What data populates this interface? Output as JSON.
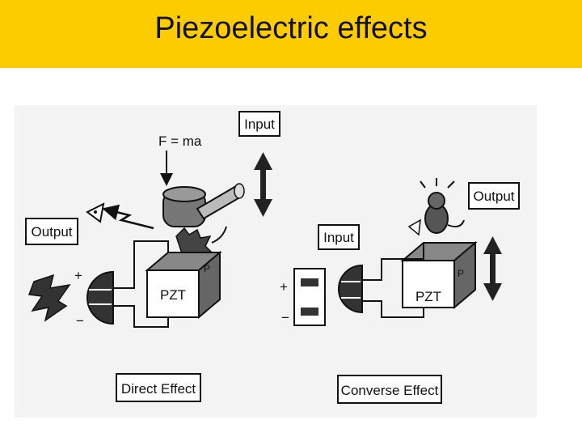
{
  "slide": {
    "title": "Piezoelectric effects"
  },
  "diagram": {
    "left": {
      "formula": "F = ma",
      "input_label": "Input",
      "output_label": "Output",
      "material": "PZT",
      "pole": "P",
      "plus": "+",
      "minus": "−",
      "caption": "Direct Effect"
    },
    "right": {
      "input_label": "Input",
      "output_label": "Output",
      "material": "PZT",
      "pole": "P",
      "plus": "+",
      "minus": "−",
      "caption": "Converse Effect"
    }
  }
}
